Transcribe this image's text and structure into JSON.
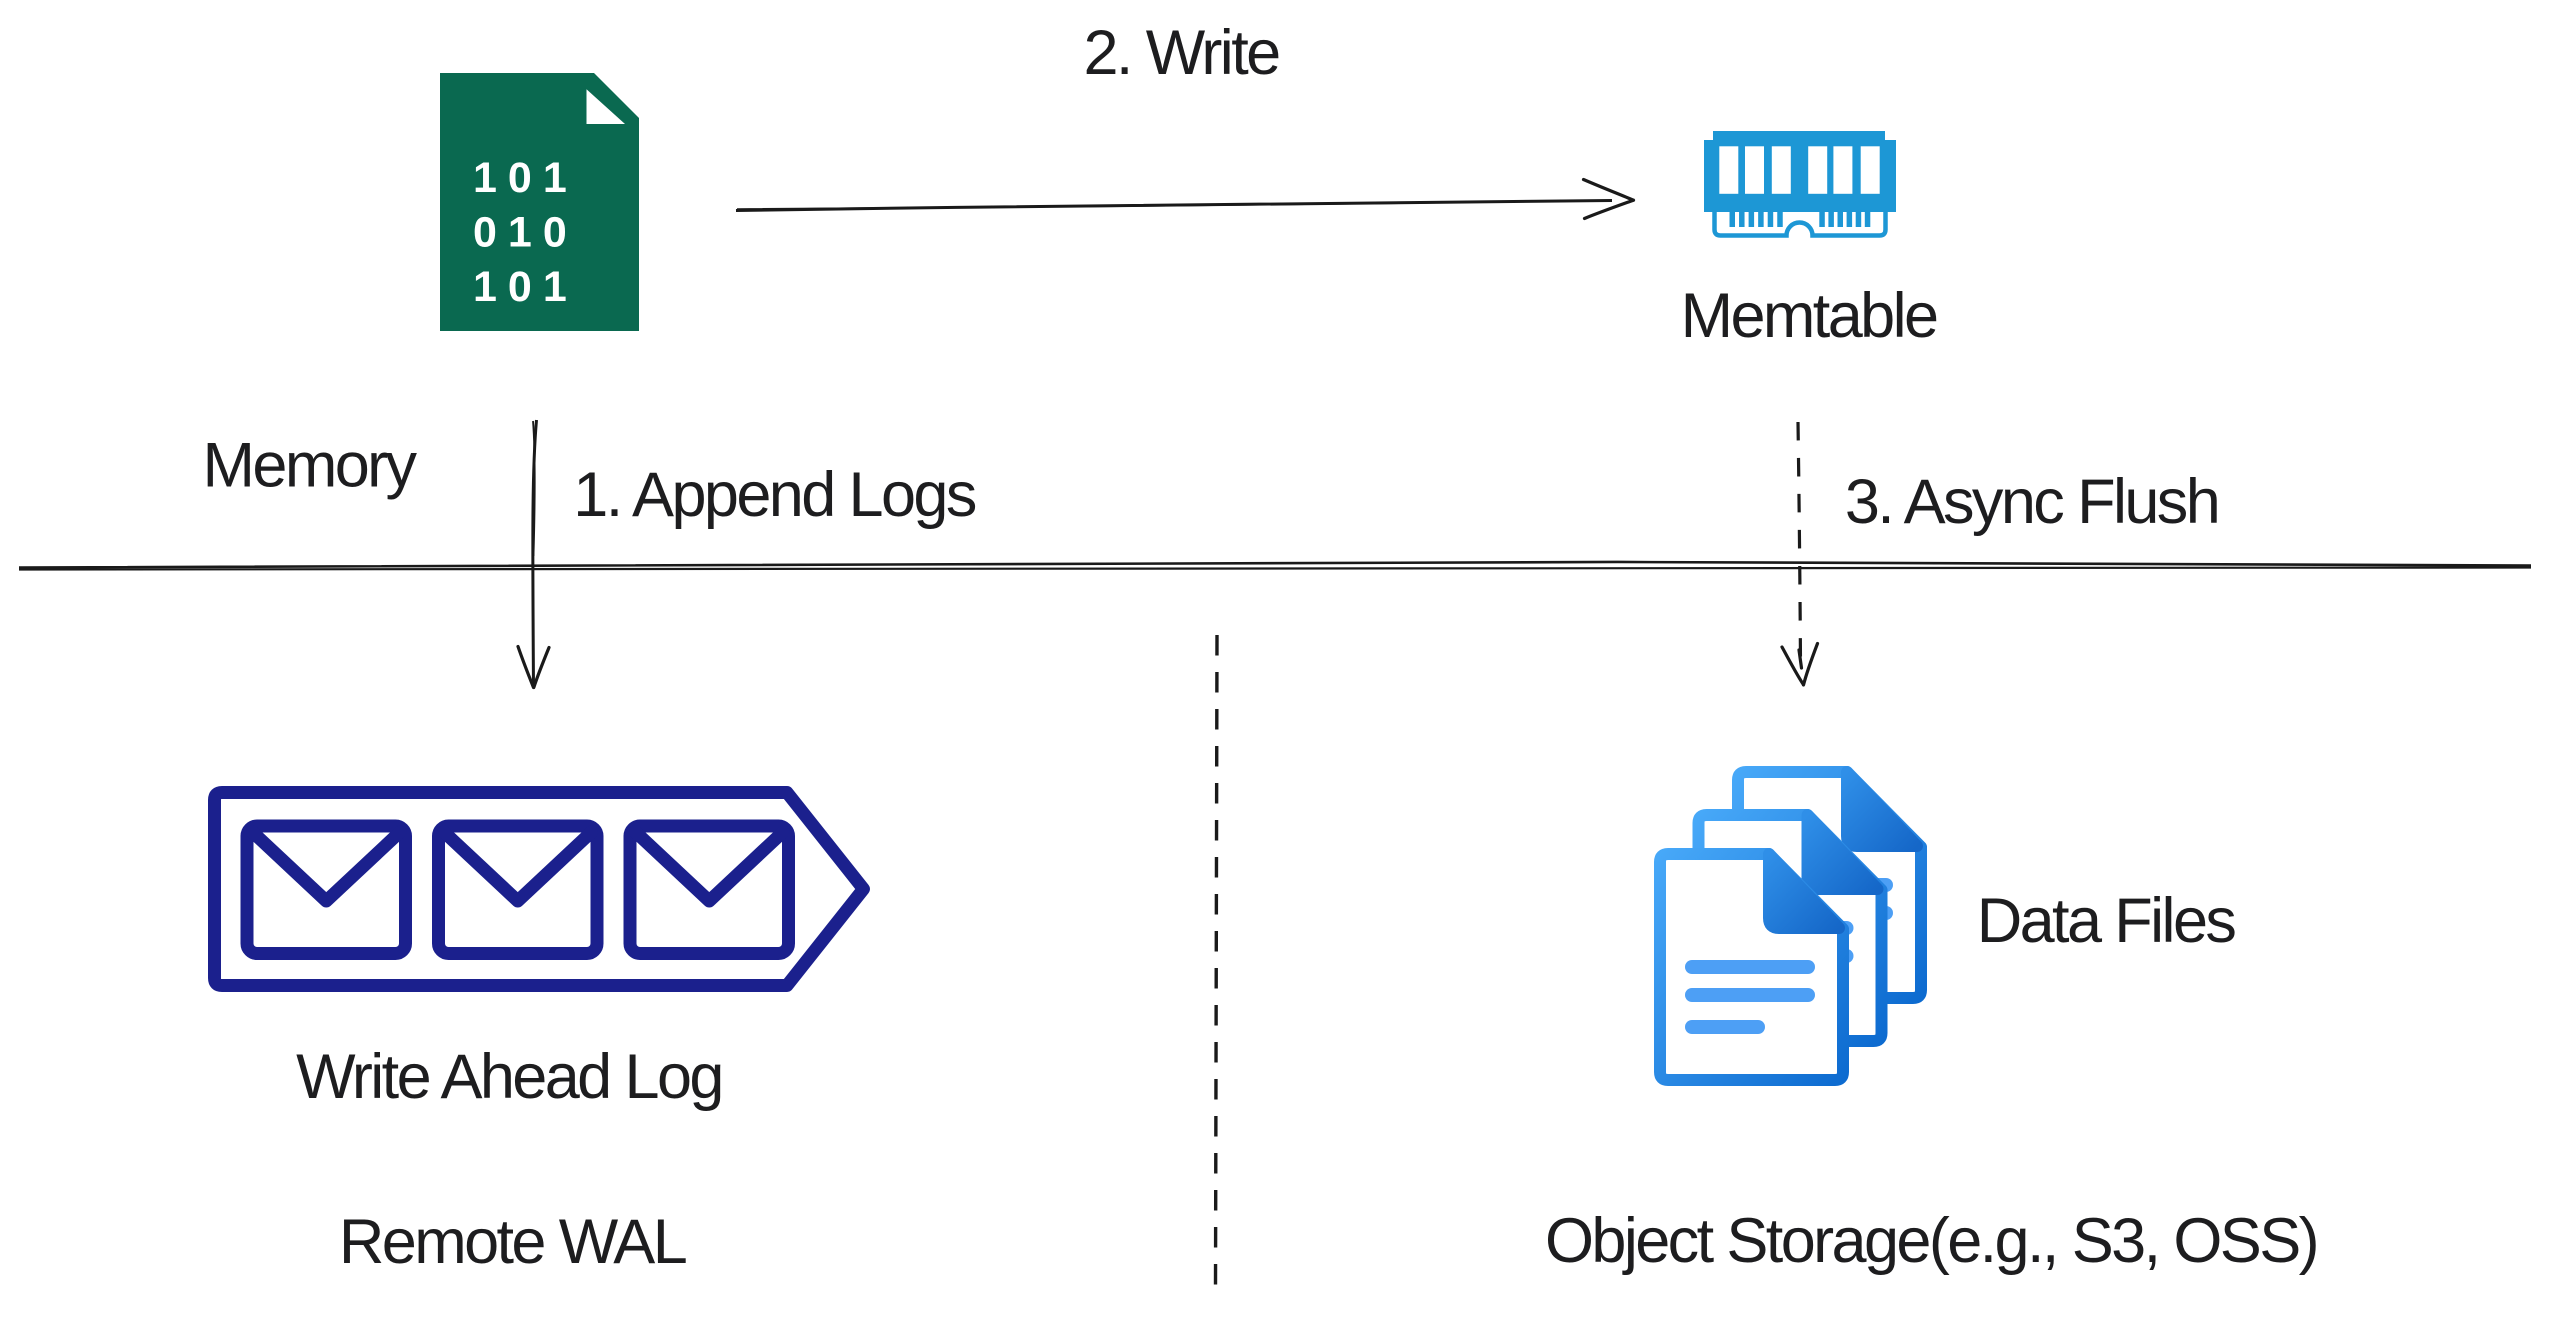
{
  "colors": {
    "background": "#ffffff",
    "text": "#1d1d1f",
    "line": "#1a1a1a",
    "doc_green": "#0a6950",
    "doc_text_white": "#ffffff",
    "ram_blue": "#1d97d5",
    "wal_navy": "#1b208d",
    "files_blue_light": "#47a8f8",
    "files_blue_dark": "#0d6bd0",
    "files_fold_light": "#2f8fe8",
    "files_fold_dark": "#1567c8",
    "files_line_blue": "#4d9ff5"
  },
  "binary_doc": {
    "rows": [
      "101",
      "010",
      "101"
    ]
  },
  "labels": {
    "memory_region": "Memory",
    "step1": "1. Append Logs",
    "step2": "2. Write",
    "step3": "3. Async Flush",
    "memtable": "Memtable",
    "write_ahead_log": "Write Ahead Log",
    "remote_wal": "Remote WAL",
    "data_files": "Data Files",
    "object_storage": "Object Storage(e.g., S3, OSS)"
  }
}
